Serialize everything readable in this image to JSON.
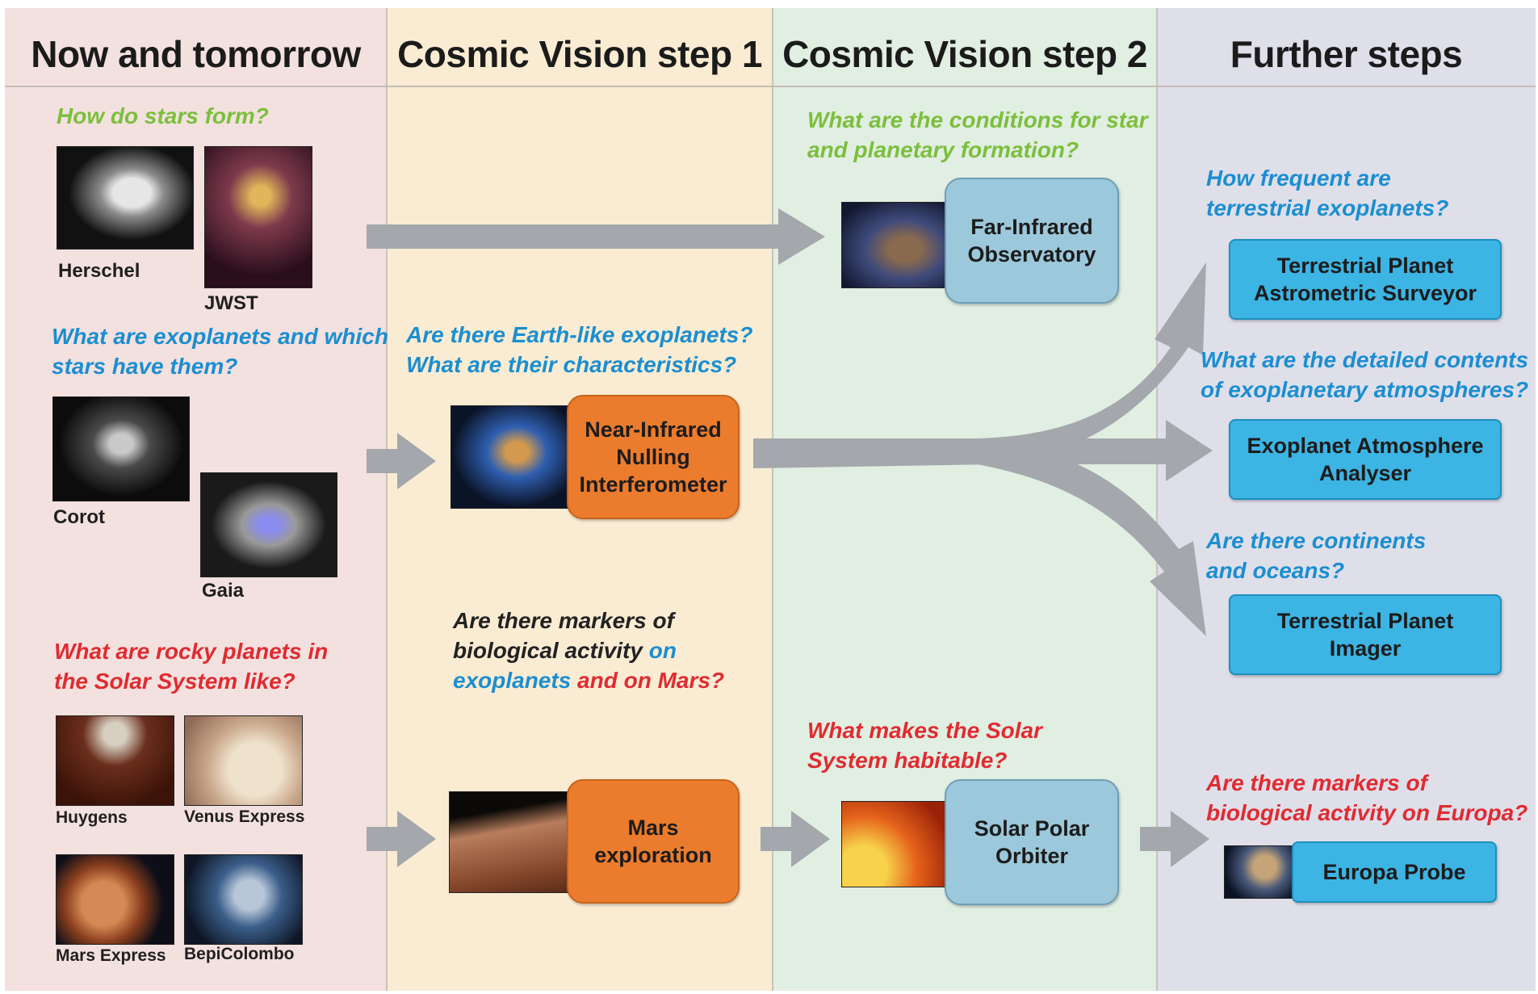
{
  "columns": {
    "now": "Now and tomorrow",
    "step1": "Cosmic Vision step 1",
    "step2": "Cosmic Vision step 2",
    "further": "Further steps"
  },
  "questions": {
    "stars_form": "How do stars form?",
    "exoplanets_which_stars": [
      "What are exoplanets and which",
      "stars have them?"
    ],
    "rocky_planets": [
      "What are rocky planets in",
      "the Solar System like?"
    ],
    "earth_like": [
      "Are there Earth-like exoplanets?",
      "What are their characteristics?"
    ],
    "markers_bio": {
      "line1": "Are there markers of",
      "line2_dark": "biological activity",
      "line2_blue": " on",
      "line3_blue": "exoplanets",
      "line3_red": " and on Mars?"
    },
    "star_planet_conditions": [
      "What are the conditions for star",
      "and planetary formation?"
    ],
    "solar_habitable": [
      "What makes the Solar",
      "System habitable?"
    ],
    "terrestrial_frequent": [
      "How frequent are",
      "terrestrial exoplanets?"
    ],
    "atmospheres": [
      "What are the detailed contents",
      "of exoplanetary atmospheres?"
    ],
    "continents_oceans": [
      "Are there continents",
      "and oceans?"
    ],
    "europa_markers": [
      "Are there markers of",
      "biological activity on Europa?"
    ]
  },
  "missions_now": {
    "herschel": "Herschel",
    "jwst": "JWST",
    "corot": "Corot",
    "gaia": "Gaia",
    "huygens": "Huygens",
    "venus_express": "Venus Express",
    "mars_express": "Mars Express",
    "bepicolombo": "BepiColombo"
  },
  "missions_future": {
    "nulling": [
      "Near-Infrared",
      "Nulling",
      "Interferometer"
    ],
    "mars_exploration": [
      "Mars",
      "exploration"
    ],
    "far_infrared": [
      "Far-Infrared",
      "Observatory"
    ],
    "solar_polar": [
      "Solar Polar",
      "Orbiter"
    ],
    "tpas": [
      "Terrestrial Planet",
      "Astrometric Surveyor"
    ],
    "atmosphere_analyser": [
      "Exoplanet Atmosphere",
      "Analyser"
    ],
    "tp_imager": [
      "Terrestrial Planet",
      "Imager"
    ],
    "europa_probe": "Europa Probe"
  },
  "colors": {
    "green_question": "#7bbf3c",
    "blue_question": "#1b8ed0",
    "red_question": "#e02b31",
    "mission_orange": "#ec7c2d",
    "mission_lightblue": "#9cc8db",
    "mission_cyan": "#3cb4e4",
    "arrow_gray": "#a4a7ab"
  }
}
